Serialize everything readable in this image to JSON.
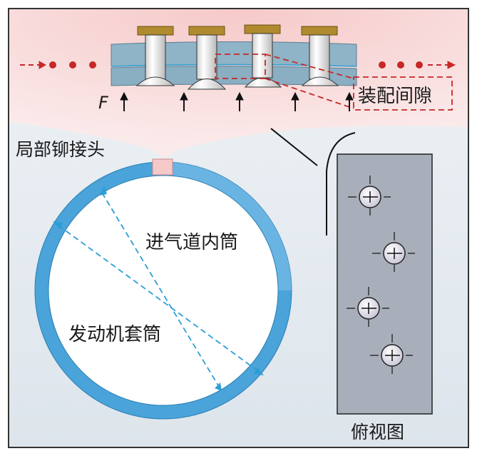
{
  "labels": {
    "assembly_gap": "装配间隙",
    "force": "F",
    "local_rivet_joint": "局部铆接头",
    "inlet_inner_cylinder": "进气道内筒",
    "engine_sleeve": "发动机套筒",
    "top_view": "俯视图"
  },
  "colors": {
    "panel_bg": "#e7edf2",
    "pink_band": "#f5d4d4",
    "plate": "#8fb3c7",
    "ring": "#4aa3d9",
    "ring_light": "#9ccfee",
    "rivet_head": "#b08a2e",
    "rivet_body": "#e6e6e6",
    "dashed_red": "#c62828",
    "dashed_blue": "#2a9fd6",
    "top_view_panel": "#a9afba"
  },
  "icons": {
    "force_arrow": "up-arrow-icon",
    "flow_arrow": "right-arrow-icon",
    "rivet_top_view": "crosshair-circle-icon"
  }
}
